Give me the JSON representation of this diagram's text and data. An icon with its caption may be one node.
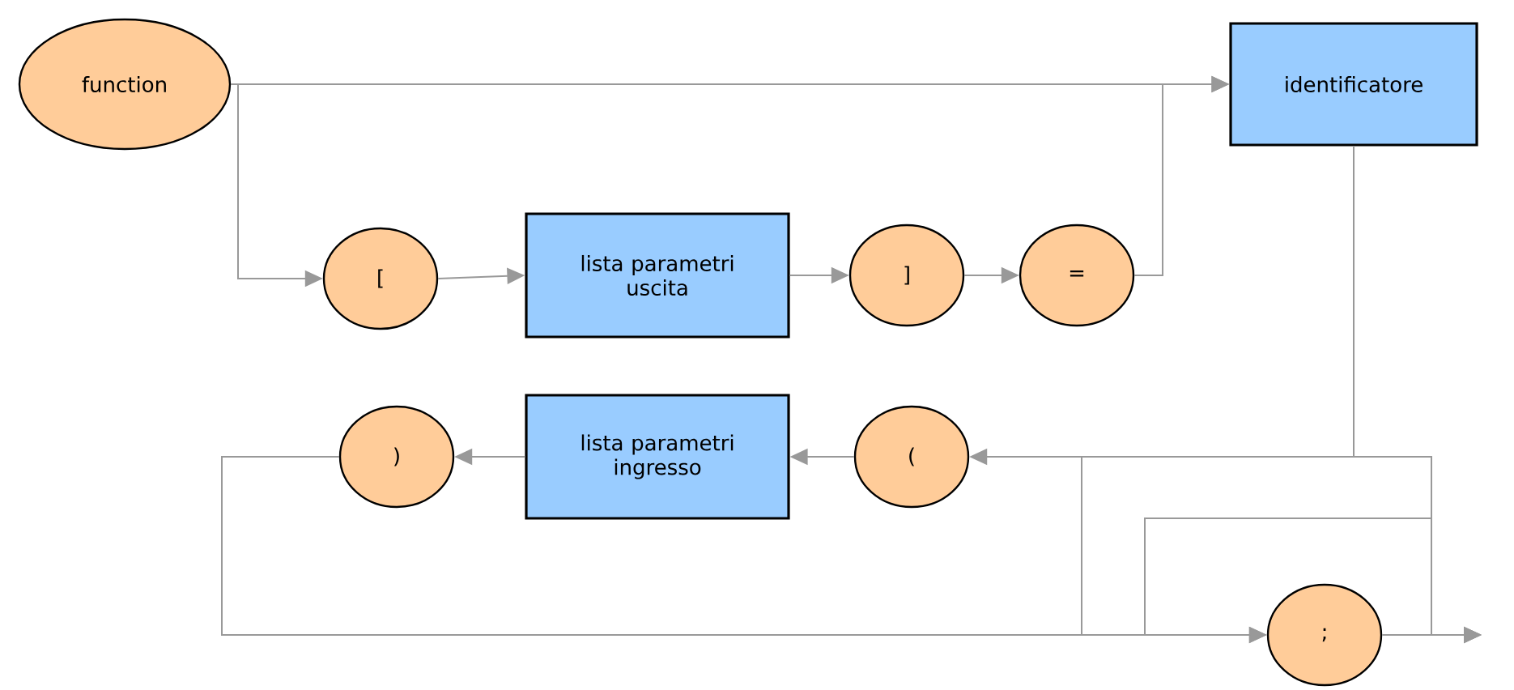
{
  "diagram": {
    "nodes": [
      {
        "text": [
          "function"
        ]
      },
      {
        "text": [
          "identificatore"
        ]
      },
      {
        "text": [
          "["
        ]
      },
      {
        "text": [
          "lista parametri uscita"
        ]
      },
      {
        "text": [
          "]"
        ]
      },
      {
        "text": [
          "="
        ]
      },
      {
        "text": [
          "("
        ]
      },
      {
        "text": [
          "lista parametri ingresso"
        ]
      },
      {
        "text": [
          ")"
        ]
      },
      {
        "text": [
          ";"
        ]
      }
    ],
    "edges": [
      {
        "from": 0,
        "to": 1,
        "arrow": "to"
      },
      {
        "from": 0,
        "to": 2,
        "arrow": "to"
      },
      {
        "from": 2,
        "to": 3,
        "arrow": "to"
      },
      {
        "from": 3,
        "to": 4,
        "arrow": "to"
      },
      {
        "from": 4,
        "to": 5,
        "arrow": "to"
      },
      {
        "from": 5,
        "to": 1,
        "arrow": "to"
      },
      {
        "from": 1,
        "to": 6,
        "arrow": "to"
      },
      {
        "from": 6,
        "to": 7,
        "arrow": "to"
      },
      {
        "from": 7,
        "to": 8,
        "arrow": "to"
      },
      {
        "from": 8,
        "to": 9,
        "arrow": "to"
      },
      {
        "from": 1,
        "to": 9,
        "arrow": "to"
      },
      {
        "from": 1,
        "to": null,
        "arrow": "to"
      },
      {
        "from": 8,
        "to": null,
        "arrow": "to"
      },
      {
        "from": 9,
        "to": null,
        "arrow": "to"
      }
    ]
  }
}
